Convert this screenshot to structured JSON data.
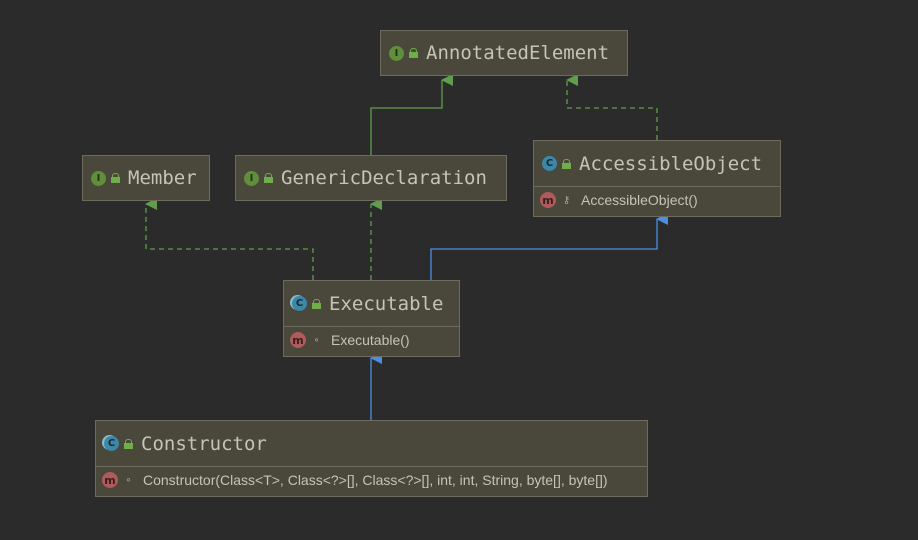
{
  "diagram": {
    "nodes": {
      "annotated_element": {
        "kind": "I",
        "name": "AnnotatedElement"
      },
      "member": {
        "kind": "I",
        "name": "Member"
      },
      "generic_declaration": {
        "kind": "I",
        "name": "GenericDeclaration"
      },
      "accessible_object": {
        "kind": "C",
        "name": "AccessibleObject",
        "members": [
          {
            "kind": "m",
            "visibility": "protected",
            "label": "AccessibleObject()"
          }
        ]
      },
      "executable": {
        "kind": "C",
        "name": "Executable",
        "members": [
          {
            "kind": "m",
            "visibility": "package-private",
            "label": "Executable()"
          }
        ]
      },
      "constructor": {
        "kind": "C",
        "name": "Constructor",
        "members": [
          {
            "kind": "m",
            "visibility": "package-private",
            "label": "Constructor(Class<T>, Class<?>[], Class<?>[], int, int, String, byte[], byte[])"
          }
        ]
      }
    },
    "edges": [
      {
        "from": "generic_declaration",
        "to": "annotated_element",
        "type": "extends"
      },
      {
        "from": "accessible_object",
        "to": "annotated_element",
        "type": "implements"
      },
      {
        "from": "executable",
        "to": "member",
        "type": "implements"
      },
      {
        "from": "executable",
        "to": "generic_declaration",
        "type": "implements"
      },
      {
        "from": "executable",
        "to": "accessible_object",
        "type": "extends"
      },
      {
        "from": "constructor",
        "to": "executable",
        "type": "extends"
      }
    ],
    "colors": {
      "background": "#2b2b2b",
      "node_fill": "#4a473b",
      "node_border": "#6e6b5e",
      "interface_edge": "#5f9e4a",
      "class_edge": "#4c8ee6"
    },
    "icons": {
      "interface": "interface-icon",
      "class": "class-icon",
      "method": "method-icon",
      "public": "lock-open-icon",
      "protected": "key-icon",
      "package-private": "dot-icon"
    }
  }
}
